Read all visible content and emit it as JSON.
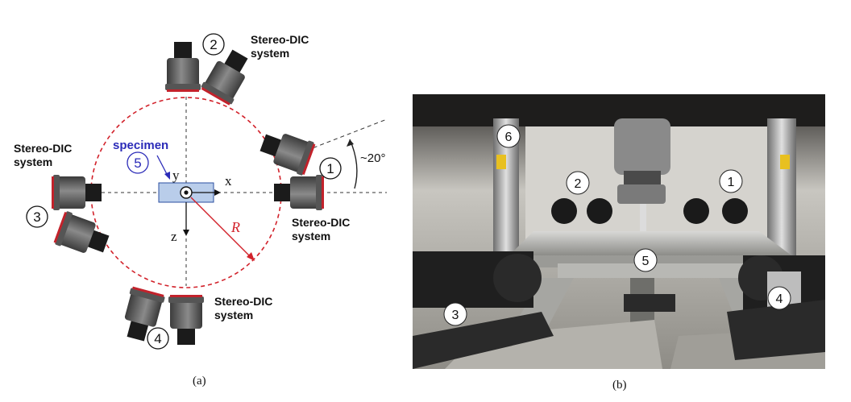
{
  "panel_a": {
    "caption": "(a)",
    "labels": {
      "stereo_top": [
        "Stereo-DIC",
        "system"
      ],
      "stereo_left": [
        "Stereo-DIC",
        "system"
      ],
      "stereo_right": [
        "Stereo-DIC",
        "system"
      ],
      "stereo_bottom": [
        "Stereo-DIC",
        "system"
      ],
      "specimen": "specimen",
      "angle": "~20°",
      "axis_x": "x",
      "axis_y": "y",
      "axis_z": "z",
      "radius": "R"
    },
    "markers": [
      "1",
      "2",
      "3",
      "4",
      "5"
    ],
    "colors": {
      "circle": "#d2222b",
      "specimen_text": "#2b2bb8",
      "specimen_box": "#b9cdea",
      "camera": "#6b6b6b"
    }
  },
  "panel_b": {
    "caption": "(b)",
    "markers": [
      "1",
      "2",
      "3",
      "4",
      "5",
      "6"
    ]
  }
}
